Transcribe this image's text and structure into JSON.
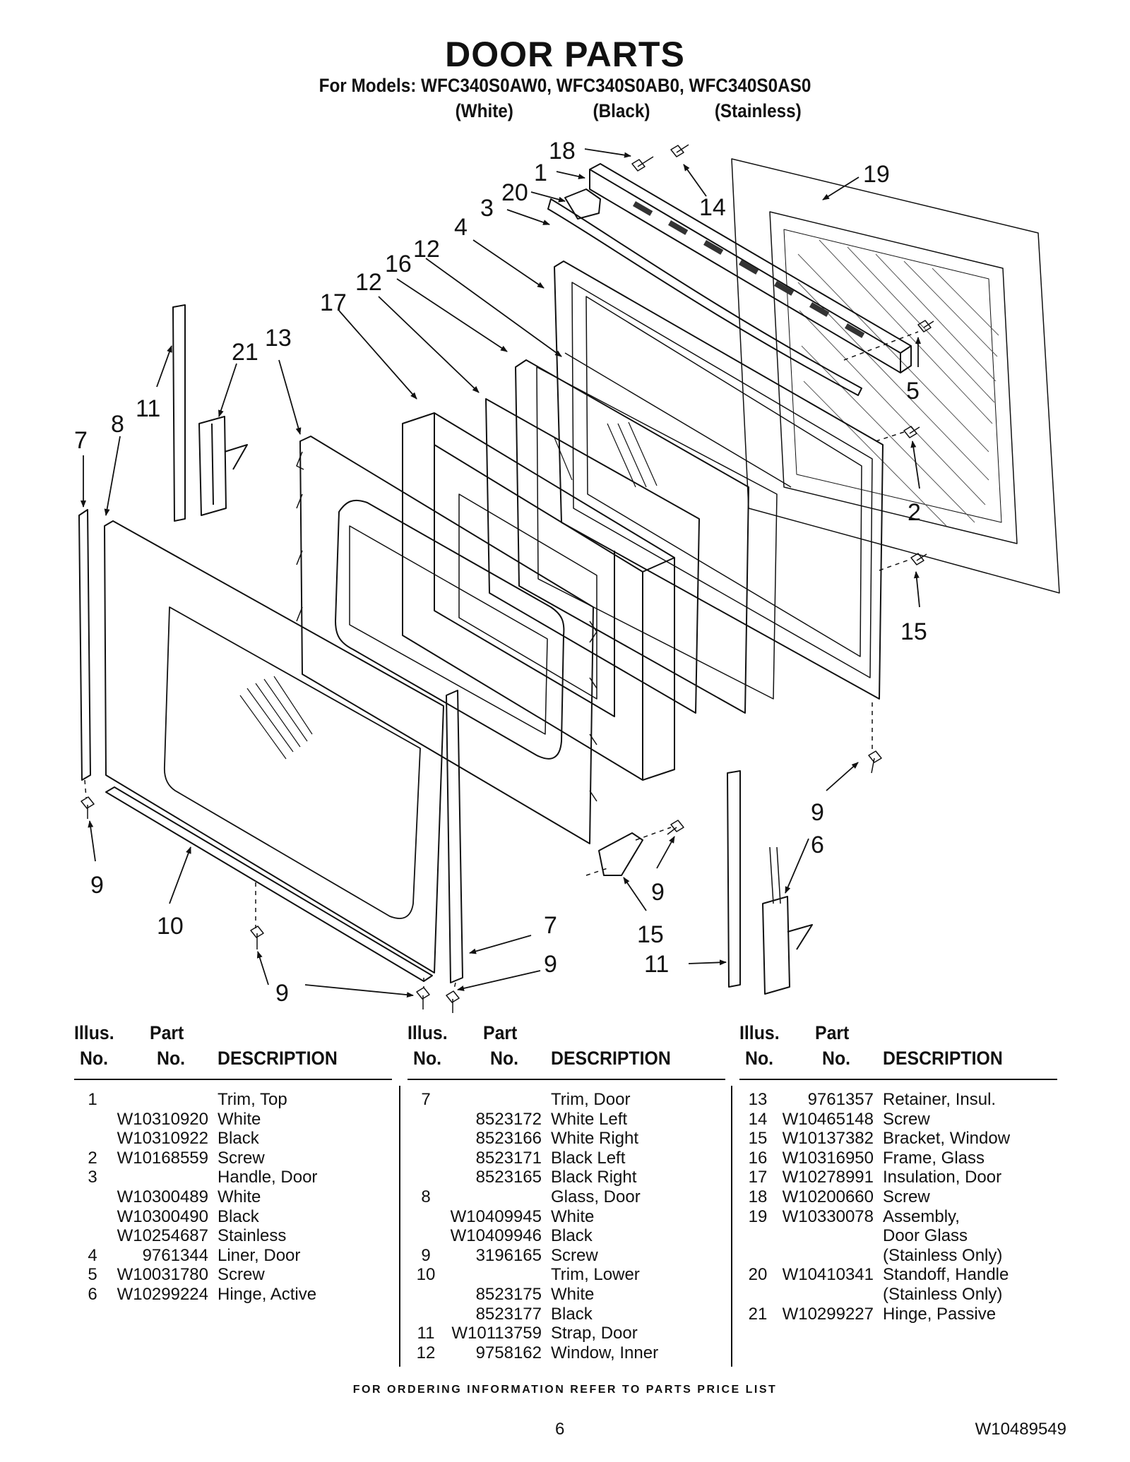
{
  "title": "DOOR PARTS",
  "models_line": "For Models: WFC340S0AW0, WFC340S0AB0, WFC340S0AS0",
  "variants": [
    "(White)",
    "(Black)",
    "(Stainless)"
  ],
  "diagram_callouts": [
    "18",
    "1",
    "20",
    "3",
    "14",
    "19",
    "4",
    "12",
    "16",
    "12",
    "17",
    "13",
    "21",
    "11",
    "8",
    "7",
    "5",
    "2",
    "15",
    "9",
    "6",
    "9",
    "10",
    "9",
    "15",
    "7",
    "9",
    "11",
    "9"
  ],
  "table_headers": {
    "illus": "Illus.",
    "no": "No.",
    "part": "Part",
    "part_no": "No.",
    "description": "DESCRIPTION"
  },
  "table_columns": [
    [
      {
        "illus": "1",
        "part": "",
        "desc": "Trim, Top"
      },
      {
        "illus": "",
        "part": "W10310920",
        "desc": "White"
      },
      {
        "illus": "",
        "part": "W10310922",
        "desc": "Black"
      },
      {
        "illus": "2",
        "part": "W10168559",
        "desc": "Screw"
      },
      {
        "illus": "3",
        "part": "",
        "desc": "Handle, Door"
      },
      {
        "illus": "",
        "part": "W10300489",
        "desc": "White"
      },
      {
        "illus": "",
        "part": "W10300490",
        "desc": "Black"
      },
      {
        "illus": "",
        "part": "W10254687",
        "desc": "Stainless"
      },
      {
        "illus": "4",
        "part": "9761344",
        "desc": "Liner, Door"
      },
      {
        "illus": "5",
        "part": "W10031780",
        "desc": "Screw"
      },
      {
        "illus": "6",
        "part": "W10299224",
        "desc": "Hinge, Active"
      }
    ],
    [
      {
        "illus": "7",
        "part": "",
        "desc": "Trim, Door"
      },
      {
        "illus": "",
        "part": "8523172",
        "desc": "White Left"
      },
      {
        "illus": "",
        "part": "8523166",
        "desc": "White Right"
      },
      {
        "illus": "",
        "part": "8523171",
        "desc": "Black Left"
      },
      {
        "illus": "",
        "part": "8523165",
        "desc": "Black Right"
      },
      {
        "illus": "8",
        "part": "",
        "desc": "Glass, Door"
      },
      {
        "illus": "",
        "part": "W10409945",
        "desc": "White"
      },
      {
        "illus": "",
        "part": "W10409946",
        "desc": "Black"
      },
      {
        "illus": "9",
        "part": "3196165",
        "desc": "Screw"
      },
      {
        "illus": "10",
        "part": "",
        "desc": "Trim, Lower"
      },
      {
        "illus": "",
        "part": "8523175",
        "desc": "White"
      },
      {
        "illus": "",
        "part": "8523177",
        "desc": "Black"
      },
      {
        "illus": "11",
        "part": "W10113759",
        "desc": "Strap, Door"
      },
      {
        "illus": "12",
        "part": "9758162",
        "desc": "Window, Inner"
      }
    ],
    [
      {
        "illus": "13",
        "part": "9761357",
        "desc": "Retainer, Insul."
      },
      {
        "illus": "14",
        "part": "W10465148",
        "desc": "Screw"
      },
      {
        "illus": "15",
        "part": "W10137382",
        "desc": "Bracket, Window"
      },
      {
        "illus": "16",
        "part": "W10316950",
        "desc": "Frame, Glass"
      },
      {
        "illus": "17",
        "part": "W10278991",
        "desc": "Insulation, Door"
      },
      {
        "illus": "18",
        "part": "W10200660",
        "desc": "Screw"
      },
      {
        "illus": "19",
        "part": "W10330078",
        "desc": "Assembly,"
      },
      {
        "illus": "",
        "part": "",
        "desc": "Door Glass"
      },
      {
        "illus": "",
        "part": "",
        "desc": "(Stainless Only)"
      },
      {
        "illus": "20",
        "part": "W10410341",
        "desc": "Standoff, Handle"
      },
      {
        "illus": "",
        "part": "",
        "desc": "(Stainless Only)"
      },
      {
        "illus": "21",
        "part": "W10299227",
        "desc": "Hinge, Passive"
      }
    ]
  ],
  "footer_note": "FOR ORDERING INFORMATION REFER TO PARTS PRICE LIST",
  "page_number": "6",
  "document_number": "W10489549"
}
